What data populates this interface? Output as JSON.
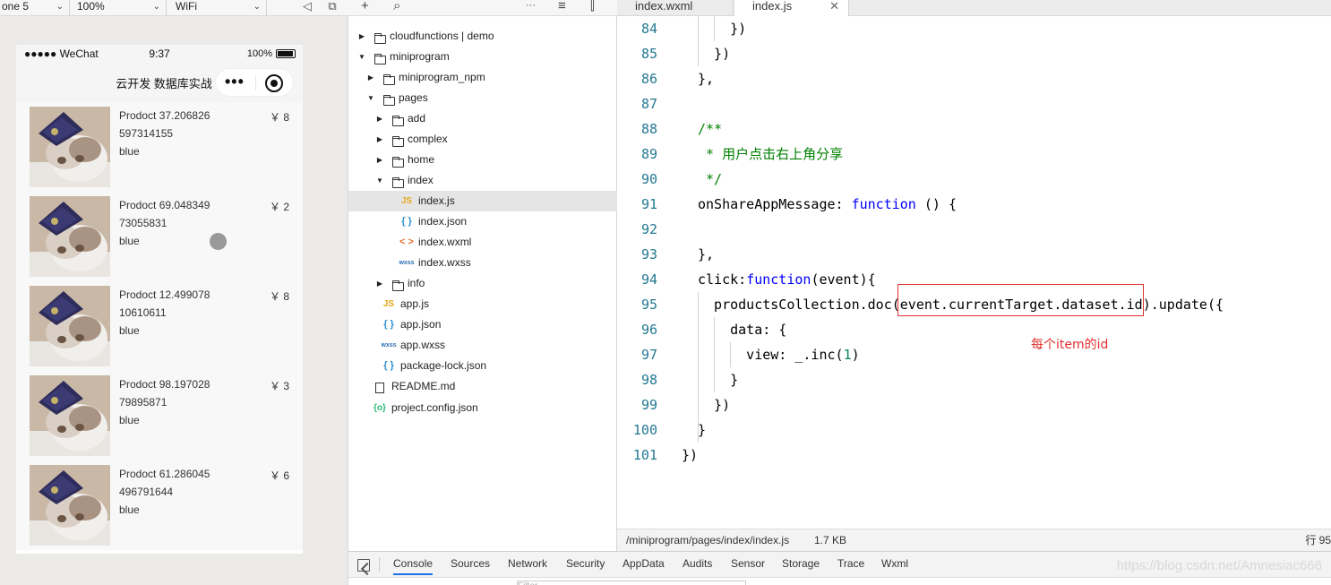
{
  "simulator": {
    "device": "one 5",
    "zoom": "100%",
    "network": "WiFi",
    "status": {
      "carrier": "●●●●● WeChat",
      "time": "9:37",
      "battery": "100%"
    },
    "nav_title": "云开发 数据库实战",
    "capsule_more": "•••",
    "products": [
      {
        "name": "Prodoct 37.206826",
        "num": "597314155",
        "color": "blue",
        "price": "￥ 8"
      },
      {
        "name": "Prodoct 69.048349",
        "num": "73055831",
        "color": "blue",
        "price": "￥ 2"
      },
      {
        "name": "Prodoct 12.499078",
        "num": "10610611",
        "color": "blue",
        "price": "￥ 8"
      },
      {
        "name": "Prodoct 98.197028",
        "num": "79895871",
        "color": "blue",
        "price": "￥ 3"
      },
      {
        "name": "Prodoct 61.286045",
        "num": "496791644",
        "color": "blue",
        "price": "￥ 6"
      }
    ]
  },
  "tree": {
    "toolbar": {
      "add": "+",
      "search": "⌕",
      "more": "···",
      "collapse": "≡",
      "split": "⫿"
    },
    "items": [
      {
        "label": "cloudfunctions | demo",
        "type": "folder",
        "arrow": "▶"
      },
      {
        "label": "miniprogram",
        "type": "folder-open",
        "arrow": "▼"
      },
      {
        "label": "miniprogram_npm",
        "type": "folder",
        "arrow": "▶"
      },
      {
        "label": "pages",
        "type": "folder-open",
        "arrow": "▼"
      },
      {
        "label": "add",
        "type": "folder",
        "arrow": "▶"
      },
      {
        "label": "complex",
        "type": "folder",
        "arrow": "▶"
      },
      {
        "label": "home",
        "type": "folder",
        "arrow": "▶"
      },
      {
        "label": "index",
        "type": "folder-open",
        "arrow": "▼"
      },
      {
        "label": "index.js",
        "type": "js",
        "icon": "JS"
      },
      {
        "label": "index.json",
        "type": "json",
        "icon": "{ }"
      },
      {
        "label": "index.wxml",
        "type": "wxml",
        "icon": "< >"
      },
      {
        "label": "index.wxss",
        "type": "wxss",
        "icon": "wxss"
      },
      {
        "label": "info",
        "type": "folder",
        "arrow": "▶"
      },
      {
        "label": "app.js",
        "type": "js",
        "icon": "JS"
      },
      {
        "label": "app.json",
        "type": "json",
        "icon": "{ }"
      },
      {
        "label": "app.wxss",
        "type": "wxss",
        "icon": "wxss"
      },
      {
        "label": "package-lock.json",
        "type": "json",
        "icon": "{ }"
      },
      {
        "label": "README.md",
        "type": "file"
      },
      {
        "label": "project.config.json",
        "type": "config",
        "icon": "{o}"
      }
    ]
  },
  "editor": {
    "tabs": [
      {
        "label": "index.wxml"
      },
      {
        "label": "index.js",
        "close": "✕"
      }
    ],
    "lines": [
      {
        "num": "84",
        "tokens": [
          {
            "t": "    })",
            "c": ""
          }
        ]
      },
      {
        "num": "85",
        "tokens": [
          {
            "t": "  })",
            "c": ""
          }
        ]
      },
      {
        "num": "86",
        "tokens": [
          {
            "t": "},",
            "c": ""
          }
        ]
      },
      {
        "num": "87",
        "tokens": []
      },
      {
        "num": "88",
        "tokens": [
          {
            "t": "/**",
            "c": "cm"
          }
        ]
      },
      {
        "num": "89",
        "tokens": [
          {
            "t": " * 用户点击右上角分享",
            "c": "cm"
          }
        ]
      },
      {
        "num": "90",
        "tokens": [
          {
            "t": " */",
            "c": "cm"
          }
        ]
      },
      {
        "num": "91",
        "tokens": [
          {
            "t": "onShareAppMessage: ",
            "c": ""
          },
          {
            "t": "function",
            "c": "kw"
          },
          {
            "t": " () {",
            "c": ""
          }
        ]
      },
      {
        "num": "92",
        "tokens": []
      },
      {
        "num": "93",
        "tokens": [
          {
            "t": "},",
            "c": ""
          }
        ]
      },
      {
        "num": "94",
        "tokens": [
          {
            "t": "click:",
            "c": ""
          },
          {
            "t": "function",
            "c": "kw"
          },
          {
            "t": "(event){",
            "c": ""
          }
        ]
      },
      {
        "num": "95",
        "tokens": [
          {
            "t": "  productsCollection.doc(event.currentTarget.dataset.id).update({",
            "c": ""
          }
        ]
      },
      {
        "num": "96",
        "tokens": [
          {
            "t": "    data: {",
            "c": ""
          }
        ]
      },
      {
        "num": "97",
        "tokens": [
          {
            "t": "      view: _.inc(",
            "c": ""
          },
          {
            "t": "1",
            "c": "num"
          },
          {
            "t": ")",
            "c": ""
          }
        ]
      },
      {
        "num": "98",
        "tokens": [
          {
            "t": "    }",
            "c": ""
          }
        ]
      },
      {
        "num": "99",
        "tokens": [
          {
            "t": "  })",
            "c": ""
          }
        ]
      },
      {
        "num": "100",
        "tokens": [
          {
            "t": "}",
            "c": ""
          }
        ]
      },
      {
        "num": "101",
        "tokens": [
          {
            "t": "})",
            "c": ""
          }
        ]
      }
    ],
    "annotation": "每个item的id",
    "status": {
      "path": "/miniprogram/pages/index/index.js",
      "size": "1.7 KB",
      "position": "行 95"
    }
  },
  "devtools": {
    "tabs": [
      "Console",
      "Sources",
      "Network",
      "Security",
      "AppData",
      "Audits",
      "Sensor",
      "Storage",
      "Trace",
      "Wxml"
    ],
    "active_tab": "Console",
    "filter_placeholder": "Filter",
    "watermark": "https://blog.csdn.net/Amnesiac666"
  },
  "colors": {
    "keyword": "#0000ff",
    "comment": "#008000",
    "number": "#098658",
    "line_number": "#237893",
    "annotation": "#e03030",
    "active_tab": "#1a73e8"
  }
}
